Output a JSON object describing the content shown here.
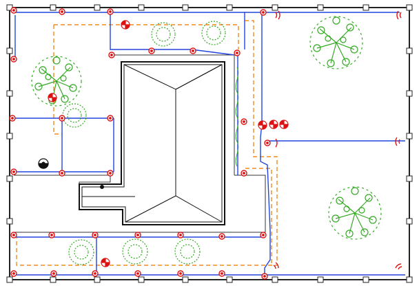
{
  "colors": {
    "background": "#ffffff",
    "boundary": "#222222",
    "irrigation_line": "#2244dd",
    "drip_line": "#f08a1c",
    "sprinkler_head": "#dd1111",
    "rotor_head": "#dd1111",
    "tree": "#33aa22",
    "shrub": "#33aa22",
    "building": "#111111"
  },
  "legend": {
    "sprinkler_head_icon": "red-circle-dot",
    "rotor_head_icon": "red-half-filled-circle",
    "spray_arc_icon": "red-arc",
    "tree_icon": "green-canopy",
    "shrub_icon": "green-bush",
    "valve_icon": "black-half-filled-circle"
  }
}
